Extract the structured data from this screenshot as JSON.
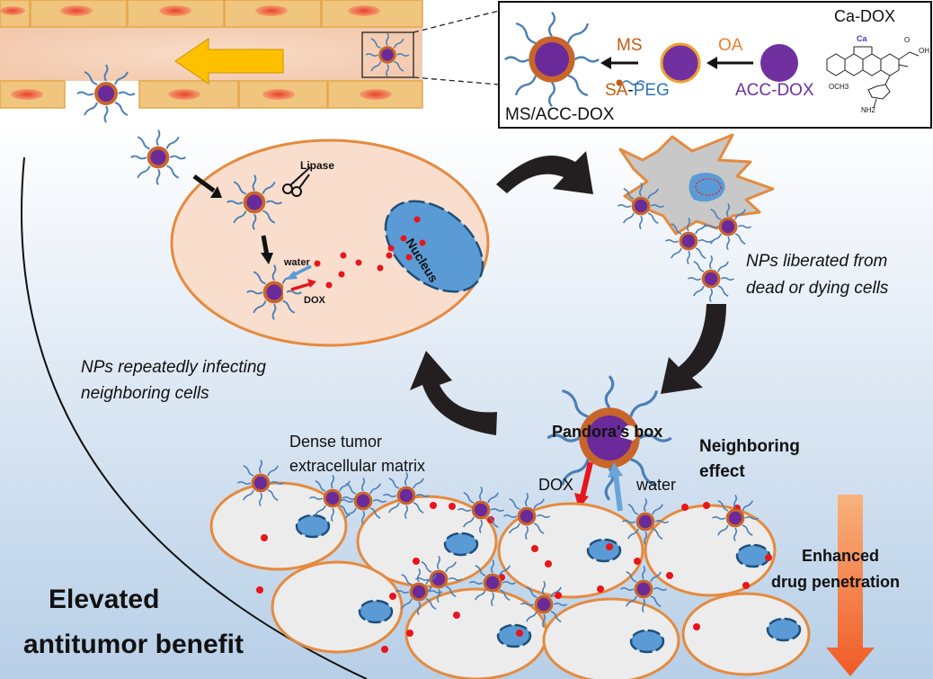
{
  "labels": {
    "ca_dox": "Ca-DOX",
    "ca_atom": "Ca",
    "och3": "OCH3",
    "oh": "OH",
    "nh2": "NH2",
    "o": "O",
    "ms": "MS",
    "oa": "OA",
    "sa": "SA",
    "dash": "-",
    "peg": "PEG",
    "acc_dox": "ACC-DOX",
    "ms_acc_dox": "MS/ACC-DOX",
    "lipase": "Lipase",
    "water_small": "water",
    "dox_small": "DOX",
    "nucleus": "Nucleus",
    "liberated_line1": "NPs liberated from",
    "liberated_line2": "dead or dying cells",
    "infecting_line1": "NPs repeatedly infecting",
    "infecting_line2": "neighboring cells",
    "pandora": "Pandora's box",
    "dox": "DOX",
    "water": "water",
    "neighboring_line1": "Neighboring",
    "neighboring_line2": "effect",
    "dense_line1": "Dense tumor",
    "dense_line2": "extracellular matrix",
    "enhanced_line1": "Enhanced",
    "enhanced_line2": "drug penetration",
    "elevated_line1": "Elevated",
    "elevated_line2": "antitumor benefit"
  },
  "colors": {
    "vessel_cell": "#f0c57e",
    "vessel_lumen": "#f8d9c3",
    "membrane": "#e58a3e",
    "np_core": "#6a2a9a",
    "np_shell": "#c8652b",
    "peg": "#4a7fb5",
    "drug": "#e8151b",
    "nucleus": "#5b9bd5",
    "nucleus_edge": "#1f4e79",
    "tumor_cell": "#ececec",
    "infected_cell": "#f9dece",
    "dying_cell": "#c8c8c8",
    "flow_arrow": "#ffc000",
    "penetration_arrow": "#f26b3a",
    "ms_text": "#c55a11",
    "oa_text": "#ed7d31",
    "acc_text": "#7030a0",
    "peg_text": "#2e75b6"
  },
  "icons": [
    "scissors-icon",
    "curved-arrow-icon",
    "block-arrow-icon",
    "nanoparticle-icon"
  ]
}
